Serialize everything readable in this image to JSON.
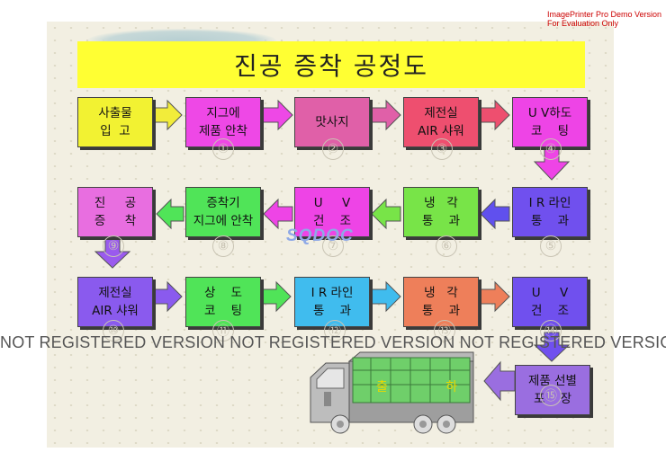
{
  "demo": {
    "line1": "ImagePrinter Pro Demo Version",
    "line2": "For Evaluation Only"
  },
  "title": "진공 증착 공정도",
  "logo": "SQDOC",
  "watermark": "NOT REGISTERED VERSION NOT REGISTERED VERSION NOT REGISTERED VERSION",
  "steps": [
    {
      "label": "사출물\n입  고",
      "color": "#f2f232",
      "num": ""
    },
    {
      "label": "지그에\n제품 안착",
      "color": "#ee48e6",
      "num": "①"
    },
    {
      "label": "맛사지",
      "color": "#e060a8",
      "num": "②"
    },
    {
      "label": "제전실\nAIR 샤워",
      "color": "#ee4f6f",
      "num": "③"
    },
    {
      "label": "U V하도\n코    팅",
      "color": "#ee44e6",
      "num": "④"
    },
    {
      "label": "I R 라인\n통    과",
      "color": "#7050ee",
      "num": "⑤"
    },
    {
      "label": "냉   각\n통    과",
      "color": "#78e448",
      "num": "⑥"
    },
    {
      "label": "U     V\n건    조",
      "color": "#ee44e6",
      "num": "⑦"
    },
    {
      "label": "증착기\n지그에 안착",
      "color": "#50e458",
      "num": "⑧"
    },
    {
      "label": "진     공\n증     착",
      "color": "#e86ee0",
      "num": "⑨"
    },
    {
      "label": "제전실\nAIR 샤워",
      "color": "#8a5aee",
      "num": "⑩"
    },
    {
      "label": "상    도\n코    팅",
      "color": "#50e458",
      "num": "⑪"
    },
    {
      "label": "I R 라인\n통    과",
      "color": "#40bcee",
      "num": "⑫"
    },
    {
      "label": "냉   각\n통    과",
      "color": "#ee7f5a",
      "num": "⑬"
    },
    {
      "label": "U     V\n건    조",
      "color": "#7050ee",
      "num": "⑭"
    },
    {
      "label": "제품 선별\n포    장",
      "color": "#9a6ee0",
      "num": "⑮"
    }
  ],
  "shipping": {
    "label": "출  하"
  }
}
